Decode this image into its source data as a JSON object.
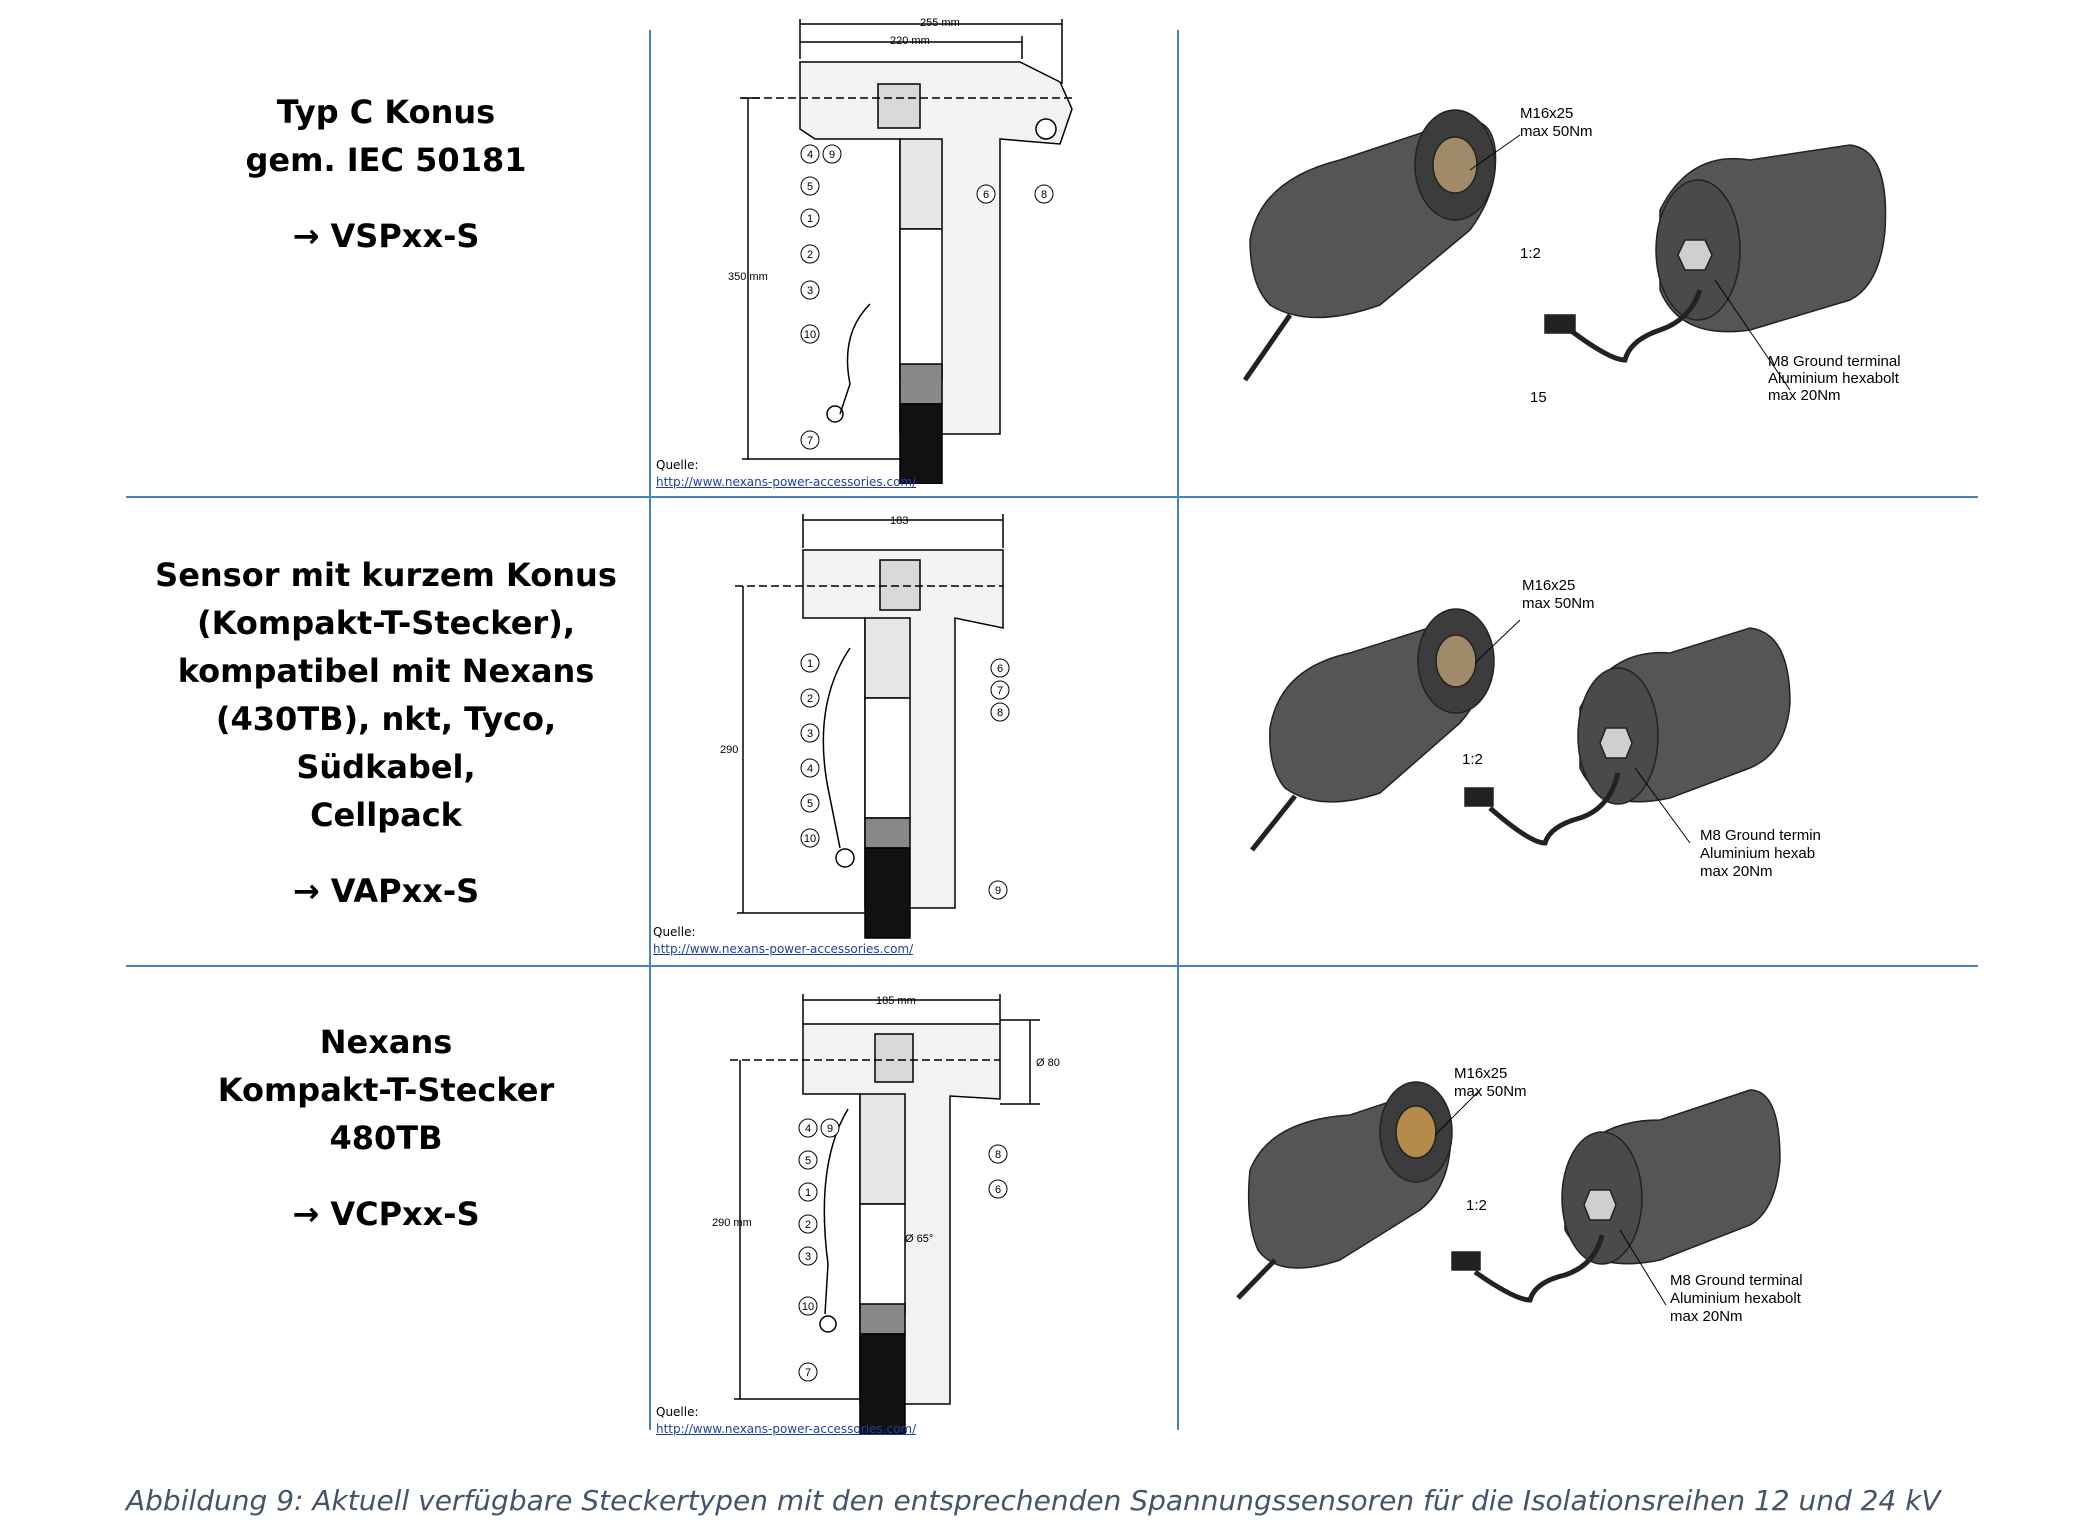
{
  "rows": [
    {
      "label_lines": [
        "Typ C Konus",
        "gem. IEC 50181"
      ],
      "product": "VSPxx-S",
      "quelle_label": "Quelle:",
      "quelle_url": "http://www.nexans-power-accessories.com/",
      "dims": {
        "outer": "255 mm",
        "inner": "220 mm",
        "height": "350 mm"
      },
      "callouts": [
        "4",
        "9",
        "5",
        "1",
        "2",
        "3",
        "10",
        "7",
        "6",
        "8"
      ],
      "sensor_labels": {
        "thread": "M16x25",
        "torque": "max 50Nm",
        "scale": "1:2",
        "ground1": "M8 Ground terminal",
        "ground2": "Aluminium hexabolt",
        "ground3": "max 20Nm",
        "extra": "15"
      }
    },
    {
      "label_lines": [
        "Sensor mit kurzem Konus",
        "(Kompakt-T-Stecker),",
        "kompatibel mit Nexans",
        "(430TB), nkt, Tyco, Südkabel,",
        "Cellpack"
      ],
      "product": "VAPxx-S",
      "quelle_label": "Quelle:",
      "quelle_url": "http://www.nexans-power-accessories.com/",
      "dims": {
        "outer": "183",
        "height": "290"
      },
      "callouts": [
        "1",
        "2",
        "3",
        "4",
        "5",
        "10",
        "6",
        "7",
        "8",
        "9"
      ],
      "sensor_labels": {
        "thread": "M16x25",
        "torque": "max 50Nm",
        "scale": "1:2",
        "ground1": "M8 Ground termin",
        "ground2": "Aluminium hexab",
        "ground3": "max 20Nm"
      }
    },
    {
      "label_lines": [
        "Nexans",
        "Kompakt-T-Stecker",
        "480TB"
      ],
      "product": "VCPxx-S",
      "quelle_label": "Quelle:",
      "quelle_url": "http://www.nexans-power-accessories.com/",
      "dims": {
        "outer": "185 mm",
        "height": "290 mm",
        "dia": "Ø 80",
        "inner_dia": "Ø 65°"
      },
      "callouts": [
        "4",
        "9",
        "5",
        "1",
        "2",
        "3",
        "10",
        "7",
        "8",
        "6"
      ],
      "sensor_labels": {
        "thread": "M16x25",
        "torque": "max 50Nm",
        "scale": "1:2",
        "ground1": "M8 Ground terminal",
        "ground2": "Aluminium hexabolt",
        "ground3": "max 20Nm"
      }
    }
  ],
  "arrow_symbol": "→",
  "caption": "Abbildung 9: Aktuell verfügbare Steckertypen mit den entsprechenden Spannungssensoren für die Isolationsreihen 12 und 24 kV",
  "colors": {
    "grid": "#4f81bd",
    "caption": "#44546a",
    "link": "#1f3fa8"
  }
}
